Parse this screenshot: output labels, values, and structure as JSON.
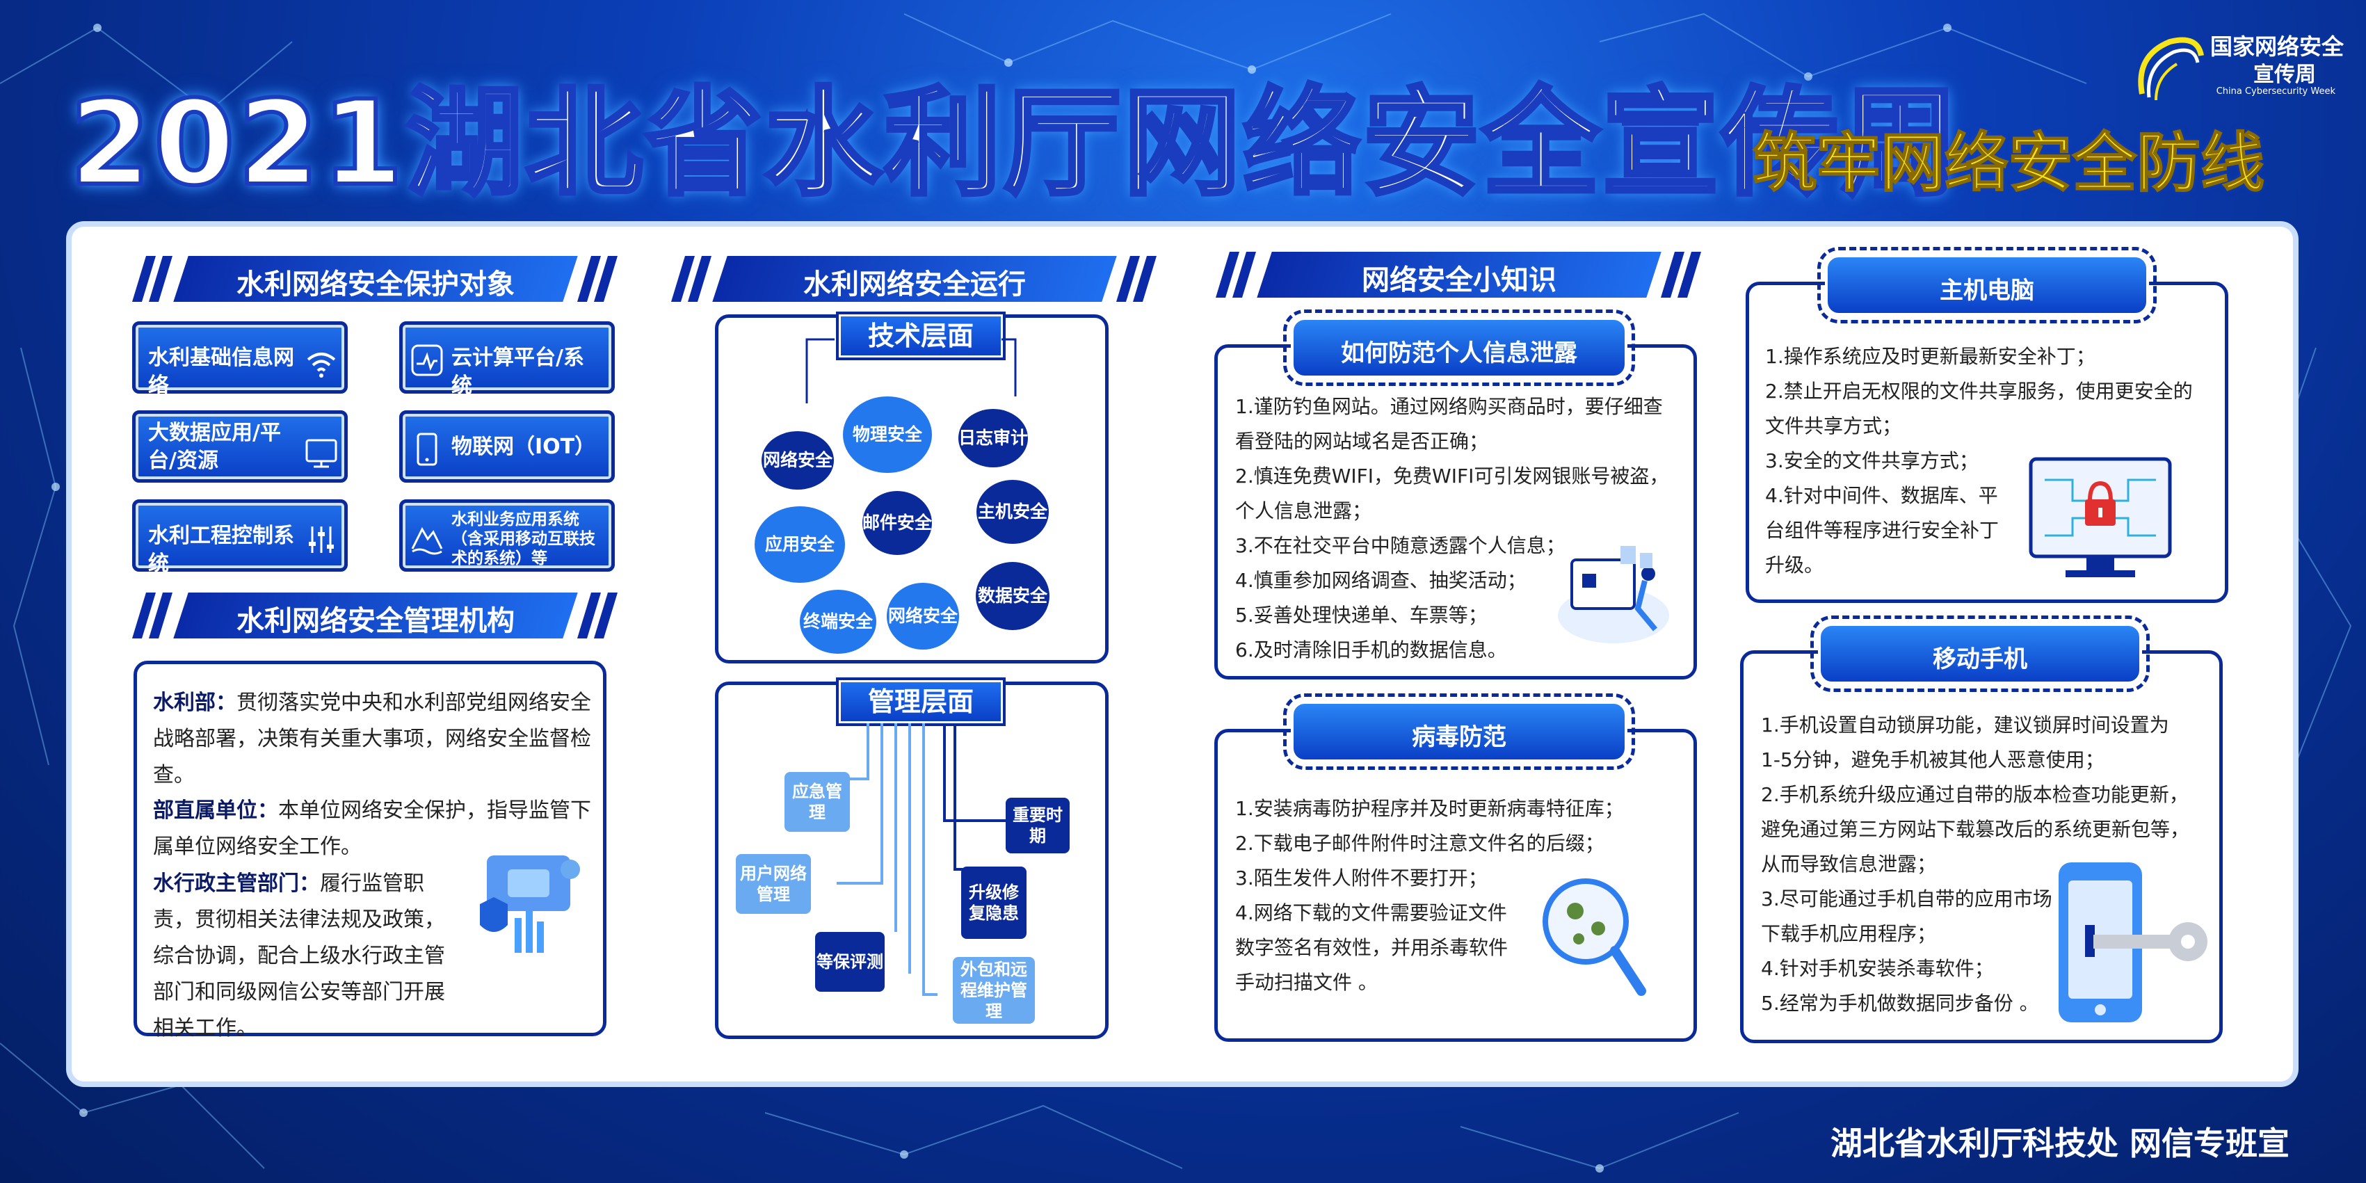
{
  "header": {
    "title": "2021湖北省水利厅网络安全宣传周",
    "slogan": "筑牢网络安全防线",
    "logo_line1": "国家网络安全",
    "logo_line2": "宣传周",
    "logo_line3": "China Cybersecurity Week"
  },
  "footer": {
    "text": "湖北省水利厅科技处 网信专班宣"
  },
  "colors": {
    "primary": "#0b2a9a",
    "accent": "#2170ea",
    "slogan": "#f7e51a",
    "light": "#6aaaf0"
  },
  "protect": {
    "title": "水利网络安全保护对象",
    "items": [
      {
        "label": "水利基础信息网络",
        "icon": "wifi-icon"
      },
      {
        "label": "云计算平台/系统",
        "icon": "pulse-icon"
      },
      {
        "label": "大数据应用/平台/资源",
        "icon": "monitor-icon"
      },
      {
        "label": "物联网（IOT）",
        "icon": "phone-icon"
      },
      {
        "label": "水利工程控制系统",
        "icon": "sliders-icon"
      },
      {
        "label": "水利业务应用系统（含采用移动互联技术的系统）等",
        "icon": "dam-icon"
      }
    ]
  },
  "org": {
    "title": "水利网络安全管理机构",
    "p1_label": "水利部：",
    "p1_text": "贯彻落实党中央和水利部党组网络安全战略部署，决策有关重大事项，网络安全监督检查。",
    "p2_label": "部直属单位：",
    "p2_text": "本单位网络安全保护，指导监管下属单位网络安全工作。",
    "p3_label": "水行政主管部门：",
    "p3_text": "履行监管职责，贯彻相关法律法规及政策，综合协调，配合上级水行政主管部门和同级网信公安等部门开展相关工作。"
  },
  "ops": {
    "title": "水利网络安全运行",
    "tech_title": "技术层面",
    "tech_items": [
      "网络安全",
      "物理安全",
      "日志审计",
      "应用安全",
      "邮件安全",
      "主机安全",
      "终端安全",
      "网络安全",
      "数据安全"
    ],
    "mgmt_title": "管理层面",
    "mgmt_items": [
      "应急管理",
      "重要时期",
      "用户网络管理",
      "升级修复隐患",
      "等保评测",
      "外包和远程维护管理"
    ]
  },
  "tips": {
    "title": "网络安全小知识",
    "privacy_title": "如何防范个人信息泄露",
    "privacy_items": [
      "1.谨防钓鱼网站。通过网络购买商品时，要仔细查",
      "看登陆的网站域名是否正确；",
      "2.慎连免费WIFI，免费WIFI可引发网银账号被盗，",
      "个人信息泄露；",
      "3.不在社交平台中随意透露个人信息；",
      "4.慎重参加网络调查、抽奖活动；",
      "5.妥善处理快递单、车票等；",
      "6.及时清除旧手机的数据信息。"
    ],
    "virus_title": "病毒防范",
    "virus_items": [
      "1.安装病毒防护程序并及时更新病毒特征库；",
      "2.下载电子邮件附件时注意文件名的后缀；",
      "3.陌生发件人附件不要打开；",
      "4.网络下载的文件需要验证文件",
      "数字签名有效性，并用杀毒软件",
      "手动扫描文件 。"
    ]
  },
  "host": {
    "title": "主机电脑",
    "items": [
      "1.操作系统应及时更新最新安全补丁；",
      "2.禁止开启无权限的文件共享服务，使用更安全的",
      "文件共享方式；",
      "3.安全的文件共享方式；",
      "4.针对中间件、数据库、平",
      "台组件等程序进行安全补丁",
      "升级。"
    ]
  },
  "mobile": {
    "title": "移动手机",
    "items": [
      "1.手机设置自动锁屏功能，建议锁屏时间设置为",
      "1-5分钟，避免手机被其他人恶意使用；",
      "2.手机系统升级应通过自带的版本检查功能更新，",
      "避免通过第三方网站下载篡改后的系统更新包等，",
      "从而导致信息泄露；",
      "3.尽可能通过手机自带的应用市场",
      "下载手机应用程序；",
      "4.针对手机安装杀毒软件；",
      "5.经常为手机做数据同步备份 。"
    ]
  }
}
